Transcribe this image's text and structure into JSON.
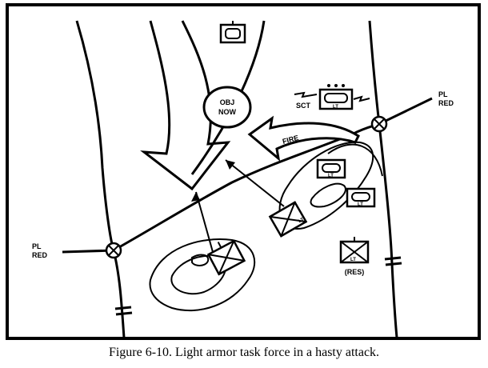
{
  "figure": {
    "caption": "Figure 6-10.  Light armor task force in a hasty attack.",
    "labels": {
      "objective": [
        "OBJ",
        "NOW"
      ],
      "phase_line_left": [
        "PL",
        "RED"
      ],
      "phase_line_right": [
        "PL",
        "RED"
      ],
      "scout": "SCT",
      "fire_arrow": "FIRE",
      "reserve": "(RES)",
      "unit_type": "LT"
    },
    "colors": {
      "ink": "#000000",
      "paper": "#ffffff"
    }
  }
}
